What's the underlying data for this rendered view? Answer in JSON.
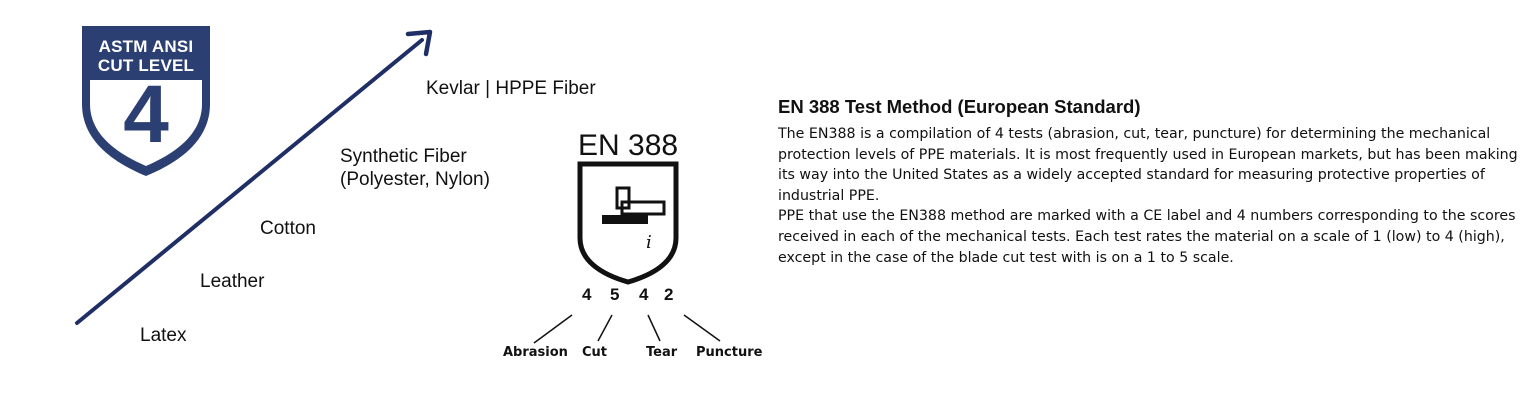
{
  "badge": {
    "line1": "ASTM ANSI",
    "line2": "CUT LEVEL",
    "level": "4",
    "color": "#2b3f73"
  },
  "materials": {
    "m1": "Kevlar | HPPE Fiber",
    "m2a": "Synthetic Fiber",
    "m2b": "(Polyester, Nylon)",
    "m3": "Cotton",
    "m4": "Leather",
    "m5": "Latex"
  },
  "en388": {
    "title": "EN 388",
    "info_glyph": "i",
    "scores": [
      "4",
      "5",
      "4",
      "2"
    ],
    "tests": [
      "Abrasion",
      "Cut",
      "Tear",
      "Puncture"
    ]
  },
  "info": {
    "heading": "EN 388 Test Method (European Standard)",
    "paragraph1": "The EN388 is a compilation of 4 tests (abrasion, cut, tear, puncture) for determining the mechanical protection levels of PPE materials. It is most frequently used in European markets, but has been making its way into the United States as a widely accepted standard for measuring protective properties of industrial PPE.",
    "paragraph2": "PPE that use the EN388 method are marked with a CE label and 4 numbers corresponding to the scores received in each of the mechanical tests. Each test rates the material on a scale of 1 (low) to 4 (high), except in the case of the blade cut test with is on a 1 to 5 scale."
  },
  "colors": {
    "arrow": "#1f2f66",
    "badge_border": "#2b3f73"
  },
  "icons": [
    "shield-icon",
    "arrow-icon",
    "hammer-anvil-icon",
    "info-icon"
  ]
}
